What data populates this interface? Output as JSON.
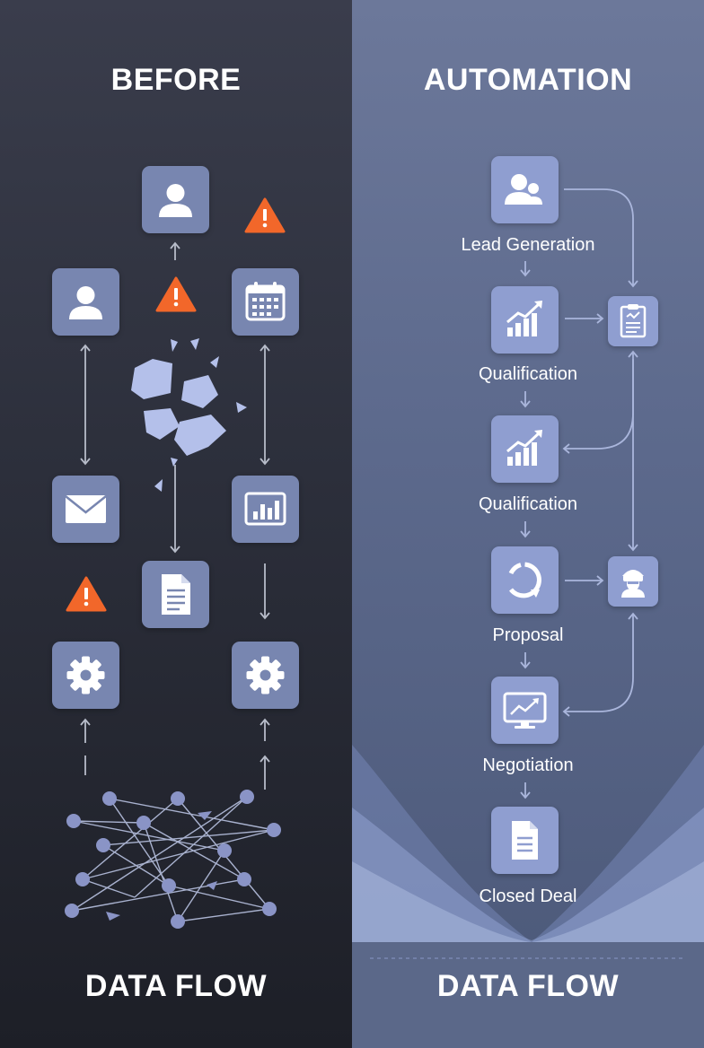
{
  "left": {
    "title": "BEFORE",
    "footer": "DATA FLOW",
    "icons": [
      "user-icon",
      "warning-icon",
      "calendar-icon",
      "mail-icon",
      "bar-chart-icon",
      "document-icon",
      "gear-icon",
      "network-icon"
    ]
  },
  "right": {
    "title": "AUTOMATION",
    "footer": "DATA FLOW",
    "stages": [
      {
        "label": "Lead Generation",
        "icon": "users-icon"
      },
      {
        "label": "Qualification",
        "icon": "growth-chart-icon"
      },
      {
        "label": "Qualification",
        "icon": "growth-chart-icon"
      },
      {
        "label": "Proposal",
        "icon": "cycle-icon"
      },
      {
        "label": "Negotiation",
        "icon": "monitor-chart-icon"
      },
      {
        "label": "Closed Deal",
        "icon": "document-icon"
      }
    ],
    "side_icons": [
      "checklist-icon",
      "agent-icon"
    ]
  },
  "colors": {
    "tile_left": "#7886b0",
    "tile_right": "#8f9ed0",
    "warning": "#f2672a",
    "connector": "#aab6dc"
  }
}
